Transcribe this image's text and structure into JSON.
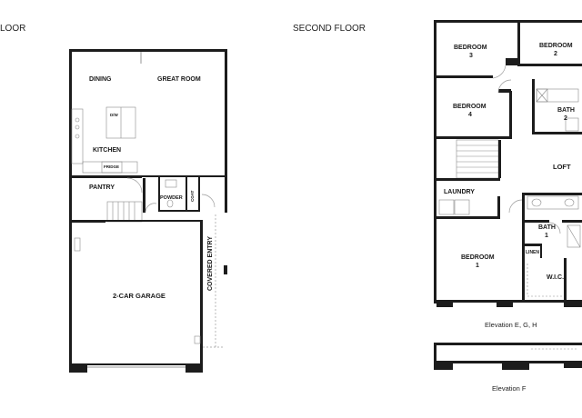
{
  "headers": {
    "first_floor_partial": "LOOR",
    "second_floor": "SECOND FLOOR"
  },
  "first_floor": {
    "dining": "DINING",
    "great_room": "GREAT ROOM",
    "kitchen": "KITCHEN",
    "dw": "D/W",
    "fridge": "FRIDGE",
    "pantry": "PANTRY",
    "powder": "POWDER",
    "coat": "COAT",
    "garage": "2-CAR GARAGE",
    "covered_entry": "COVERED ENTRY"
  },
  "second_floor": {
    "bedroom3_a": "BEDROOM",
    "bedroom3_b": "3",
    "bedroom2_a": "BEDROOM",
    "bedroom2_b": "2",
    "bedroom4_a": "BEDROOM",
    "bedroom4_b": "4",
    "bath2_a": "BATH",
    "bath2_b": "2",
    "loft": "LOFT",
    "laundry": "LAUNDRY",
    "bath1_a": "BATH",
    "bath1_b": "1",
    "linen": "LINEN",
    "bedroom1_a": "BEDROOM",
    "bedroom1_b": "1",
    "wic": "W.I.C.",
    "elevation_egh": "Elevation E, G, H",
    "elevation_f": "Elevation F"
  }
}
